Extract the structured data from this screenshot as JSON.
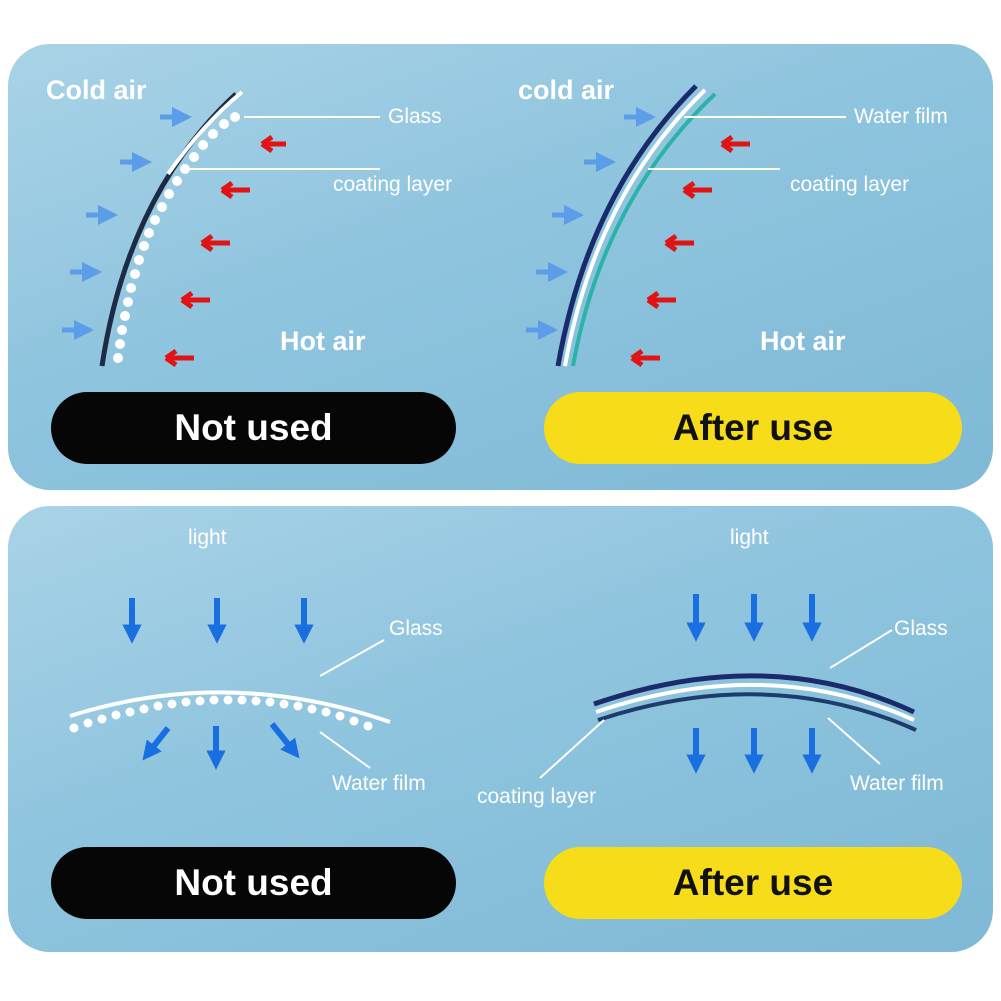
{
  "colors": {
    "panel_bg": "#8ec4de",
    "cold_arrow": "#5b9de8",
    "hot_arrow": "#e01414",
    "light_arrow": "#1a6fe0",
    "glass_dark": "#1a2a6a",
    "coating_teal": "#2bb3a8",
    "not_used_pill": "#060606",
    "after_use_pill": "#f7dc1a"
  },
  "top": {
    "left": {
      "cold_label": "Cold air",
      "hot_label": "Hot air",
      "glass_label": "Glass",
      "coating_label": "coating layer",
      "pill": "Not used"
    },
    "right": {
      "cold_label": "cold air",
      "hot_label": "Hot air",
      "water_label": "Water film",
      "coating_label": "coating layer",
      "pill": "After use"
    }
  },
  "bottom": {
    "left": {
      "light_label": "light",
      "glass_label": "Glass",
      "water_label": "Water film",
      "pill": "Not used"
    },
    "right": {
      "light_label": "light",
      "glass_label": "Glass",
      "water_label": "Water film",
      "coating_label": "coating layer",
      "pill": "After use"
    }
  }
}
